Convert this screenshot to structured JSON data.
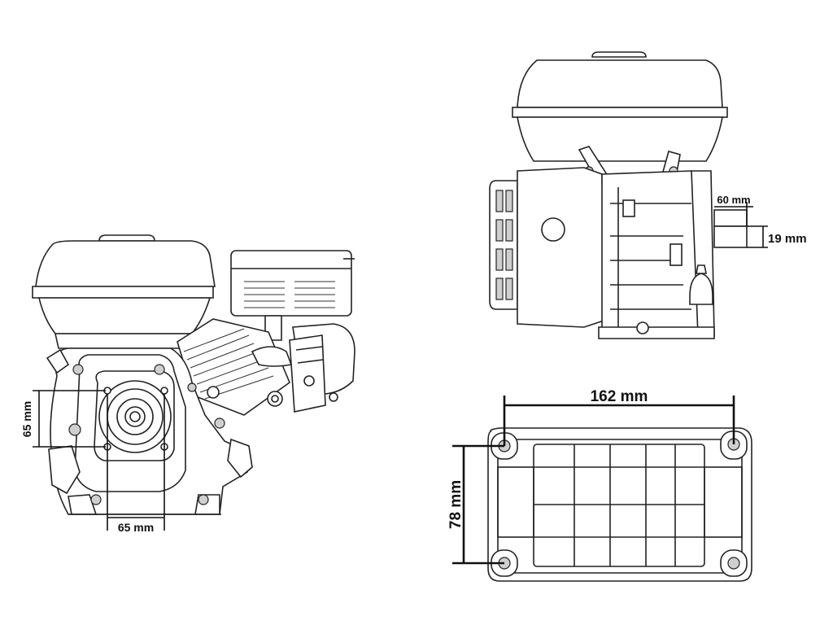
{
  "dimensions": {
    "front_vertical": "65 mm",
    "front_horizontal": "65 mm",
    "shaft_length": "60 mm",
    "shaft_diameter": "19 mm",
    "base_width": "162 mm",
    "base_depth": "78 mm"
  },
  "colors": {
    "line": "#222222",
    "dimension": "#111111",
    "background": "#ffffff"
  }
}
